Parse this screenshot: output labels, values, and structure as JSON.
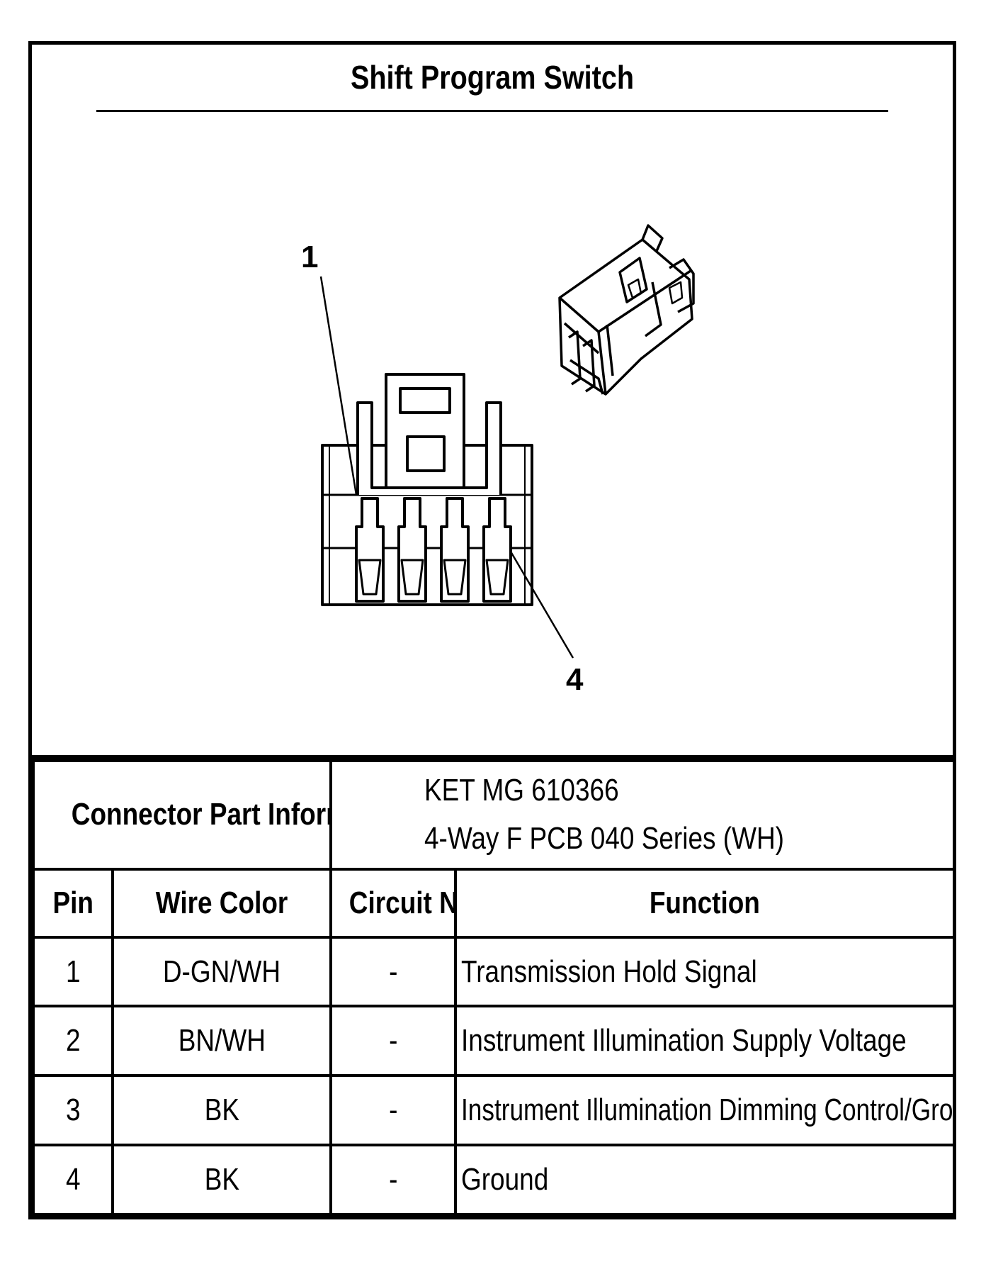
{
  "title": "Shift Program Switch",
  "diagram": {
    "callouts": [
      "1",
      "4"
    ]
  },
  "connector_info": {
    "label": "Connector Part Information",
    "part_number": "KET MG 610366",
    "description": "4-Way F PCB 040 Series (WH)"
  },
  "table": {
    "headers": [
      "Pin",
      "Wire Color",
      "Circuit No.",
      "Function"
    ],
    "rows": [
      {
        "pin": "1",
        "wire_color": "D-GN/WH",
        "circuit": "-",
        "function": "Transmission Hold Signal"
      },
      {
        "pin": "2",
        "wire_color": "BN/WH",
        "circuit": "-",
        "function": "Instrument Illumination Supply Voltage"
      },
      {
        "pin": "3",
        "wire_color": "BK",
        "circuit": "-",
        "function": "Instrument Illumination Dimming Control/Ground"
      },
      {
        "pin": "4",
        "wire_color": "BK",
        "circuit": "-",
        "function": "Ground"
      }
    ]
  }
}
